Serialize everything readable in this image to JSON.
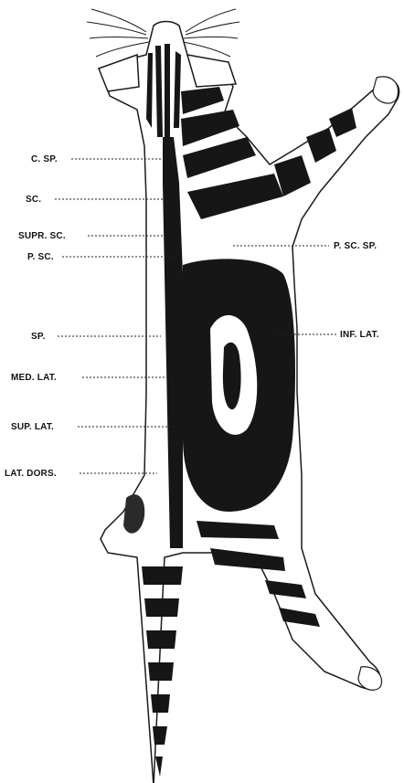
{
  "colors": {
    "ink": "#161616",
    "paper": "#ffffff"
  },
  "labels": {
    "c_sp": "C. SP.",
    "sc": "SC.",
    "supr_sc": "SUPR. SC.",
    "p_sc": "P. SC.",
    "sp": "SP.",
    "med_lat": "MED. LAT.",
    "sup_lat": "SUP. LAT.",
    "lat_dors": "LAT. DORS.",
    "p_sc_sp": "P. SC. SP.",
    "inf_lat": "INF. LAT."
  }
}
